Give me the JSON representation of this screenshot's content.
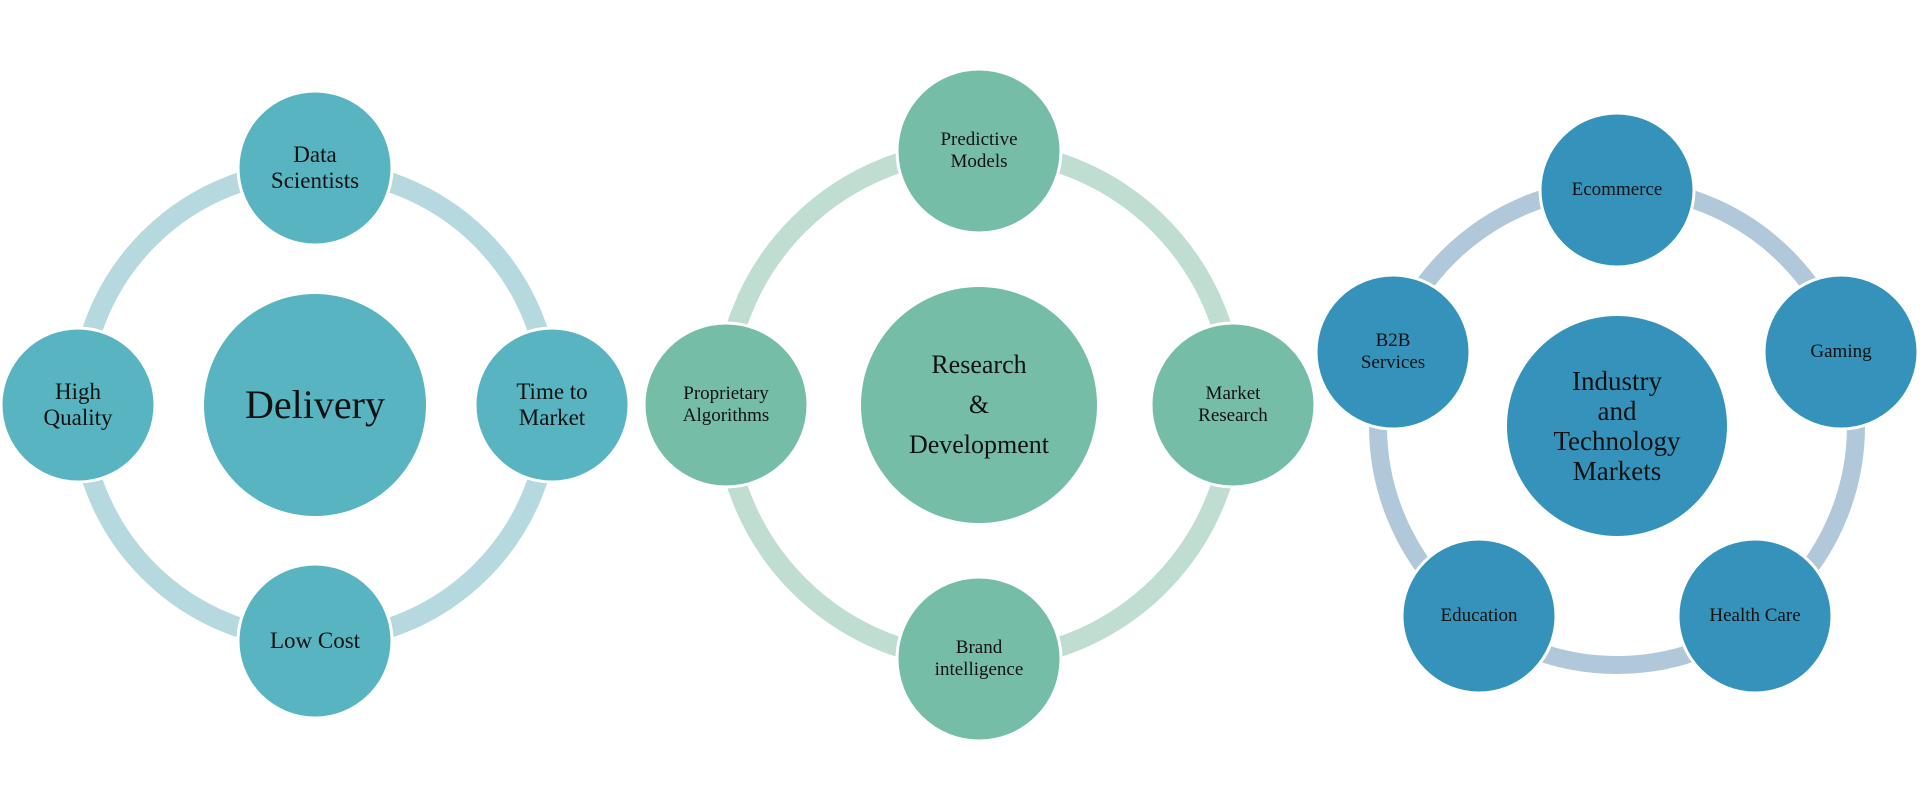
{
  "diagrams": [
    {
      "id": "delivery",
      "center": "Delivery",
      "nodes": [
        "Data\nScientists",
        "Time to\nMarket",
        "Low Cost",
        "High\nQuality"
      ],
      "colors": {
        "node": "#58b4c0",
        "ring": "#b5d9de"
      }
    },
    {
      "id": "research",
      "center": "Research\n&\nDevelopment",
      "nodes": [
        "Predictive\nModels",
        "Market\nResearch",
        "Brand\nintelligence",
        "Proprietary\nAlgorithms"
      ],
      "colors": {
        "node": "#76bda7",
        "ring": "#c0ddd2"
      }
    },
    {
      "id": "markets",
      "center": "Industry\nand\nTechnology\nMarkets",
      "nodes": [
        "Ecommerce",
        "Gaming",
        "Health Care",
        "Education",
        "B2B\nServices"
      ],
      "colors": {
        "node": "#3593bb",
        "ring": "#b0c8da"
      }
    }
  ]
}
